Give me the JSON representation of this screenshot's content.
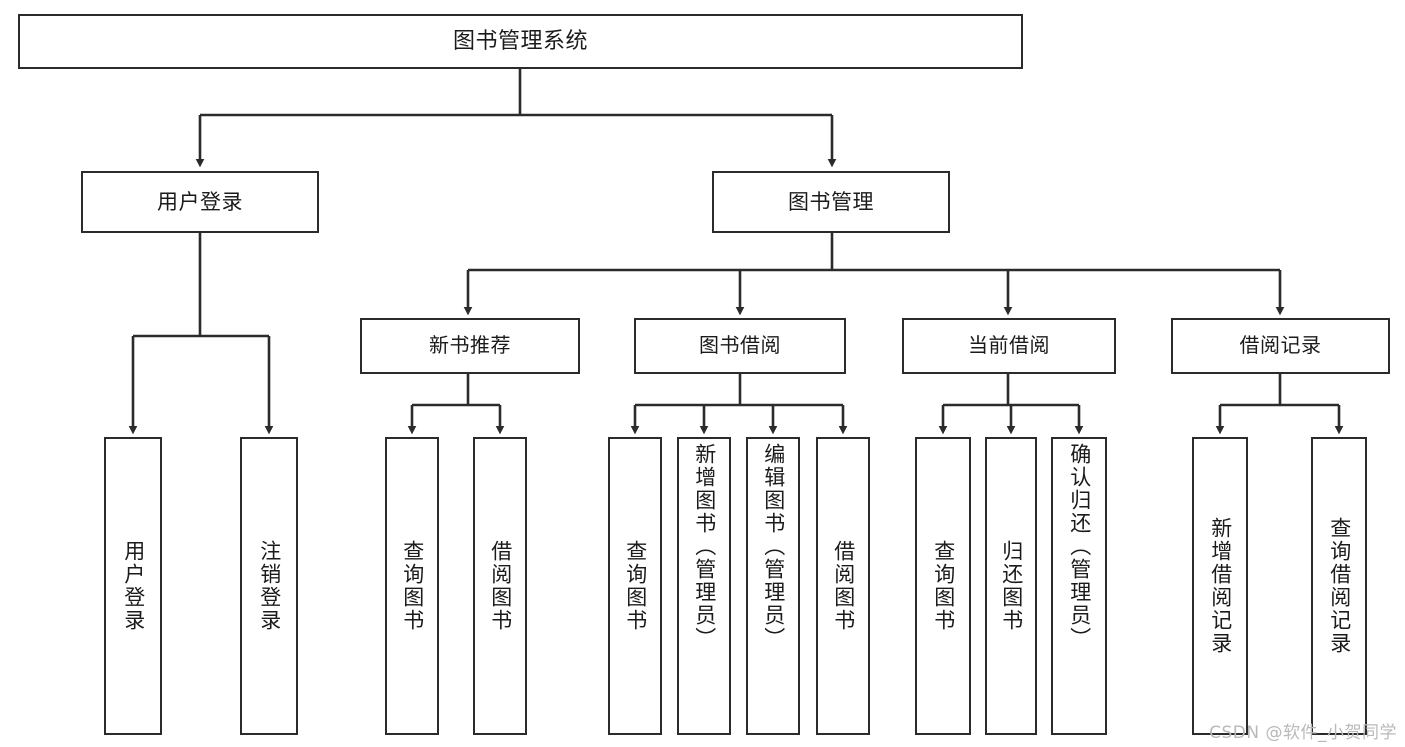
{
  "diagram": {
    "title": "图书管理系统",
    "watermark": "CSDN @软件_小贺同学",
    "line_color": "#2b2b2b",
    "box_fill": "#ffffff",
    "text_color": "#1b1b1b",
    "watermark_color": "#b9b9b9"
  },
  "nodes": {
    "root": {
      "label": "图书管理系统"
    },
    "level1": [
      {
        "label": "用户登录"
      },
      {
        "label": "图书管理"
      }
    ],
    "level2": [
      {
        "label": "新书推荐"
      },
      {
        "label": "图书借阅"
      },
      {
        "label": "当前借阅"
      },
      {
        "label": "借阅记录"
      }
    ],
    "leaves": {
      "user_login": [
        {
          "label": "用户登录"
        },
        {
          "label": "注销登录"
        }
      ],
      "new_book_recommend": [
        {
          "label": "查询图书"
        },
        {
          "label": "借阅图书"
        }
      ],
      "book_borrow": [
        {
          "label": "查询图书"
        },
        {
          "label": "新增图书（管理员）"
        },
        {
          "label": "编辑图书（管理员）"
        },
        {
          "label": "借阅图书"
        }
      ],
      "current_borrow": [
        {
          "label": "查询图书"
        },
        {
          "label": "归还图书"
        },
        {
          "label": "确认归还（管理员）"
        }
      ],
      "borrow_record": [
        {
          "label": "新增借阅记录"
        },
        {
          "label": "查询借阅记录"
        }
      ]
    }
  }
}
